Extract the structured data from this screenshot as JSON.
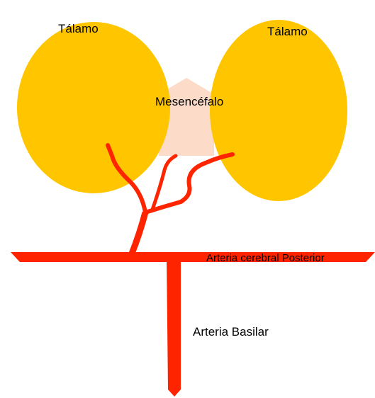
{
  "labels": {
    "thalamus_left": "Tálamo",
    "thalamus_right": "Tálamo",
    "midbrain": "Mesencéfalo",
    "posterior_cerebral_artery": "Arteria cerebral Posterior",
    "basilar_artery": "Arteria Basilar"
  },
  "colors": {
    "thalamus": "#FFC600",
    "midbrain": "#FCDCC8",
    "artery": "#FF2400",
    "text": "#000000",
    "background": "#FFFFFF"
  }
}
